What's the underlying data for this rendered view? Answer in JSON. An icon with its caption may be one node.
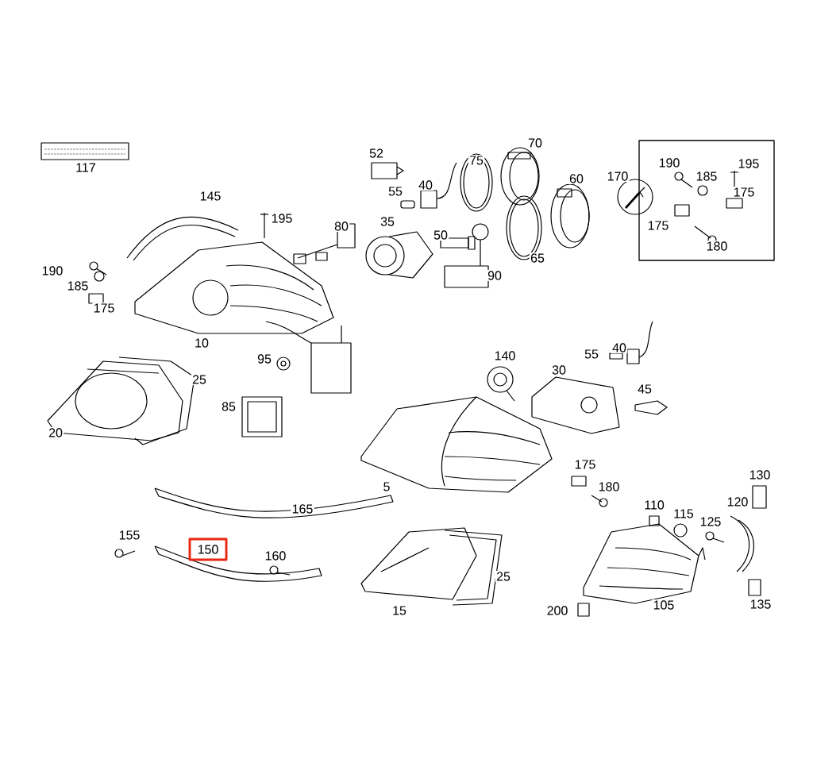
{
  "diagram": {
    "nodes": [
      {
        "text": [
          "190",
          "195",
          "185",
          "175",
          "175",
          "180"
        ]
      },
      {
        "text": [
          "150"
        ]
      }
    ],
    "labels": [
      "117",
      "52",
      "70",
      "75",
      "60",
      "40",
      "170",
      "55",
      "145",
      "195",
      "80",
      "35",
      "50",
      "65",
      "90",
      "190",
      "185",
      "175",
      "10",
      "95",
      "25",
      "85",
      "20",
      "140",
      "55",
      "40",
      "30",
      "45",
      "5",
      "175",
      "180",
      "165",
      "130",
      "110",
      "115",
      "120",
      "125",
      "155",
      "160",
      "25",
      "15",
      "200",
      "105",
      "135"
    ]
  }
}
